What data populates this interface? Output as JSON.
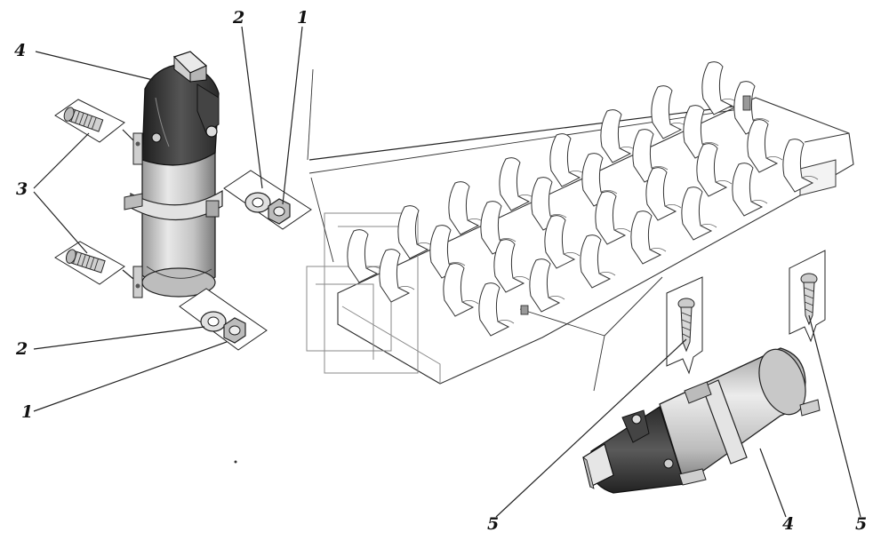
{
  "callouts": {
    "nut_top": "1",
    "washer_top": "2",
    "bolt_group": "3",
    "extinguisher_left": "4",
    "washer_bottom": "2",
    "nut_bottom": "1",
    "screw_left": "5",
    "extinguisher_right": "4",
    "screw_right": "5"
  },
  "colors": {
    "ink": "#111111",
    "body_light": "#d6d6d6",
    "body_dark": "#3a3a3a",
    "paper": "#ffffff"
  }
}
